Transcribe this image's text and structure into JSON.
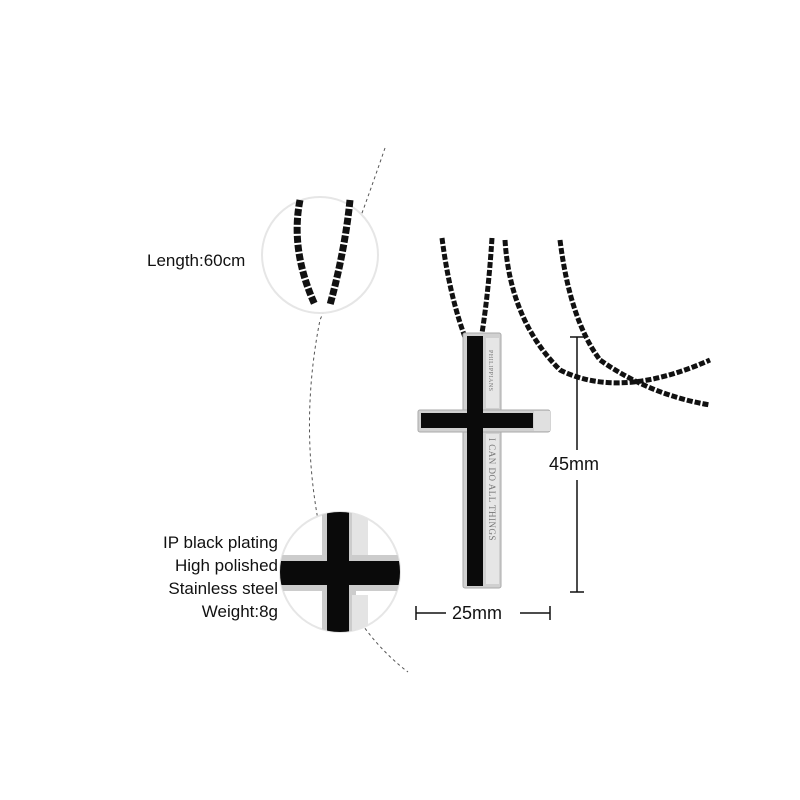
{
  "labels": {
    "length": "Length:60cm",
    "height": "45mm",
    "width": "25mm"
  },
  "specs": [
    "IP black plating",
    "High polished",
    "Stainless steel",
    "Weight:8g"
  ],
  "engraving": {
    "main": "I CAN DO ALL THINGS",
    "upper": "PHILIPPIANS"
  },
  "colors": {
    "chain": "#111111",
    "steel": "#c8c8c8",
    "enamel": "#0a0a0a"
  }
}
